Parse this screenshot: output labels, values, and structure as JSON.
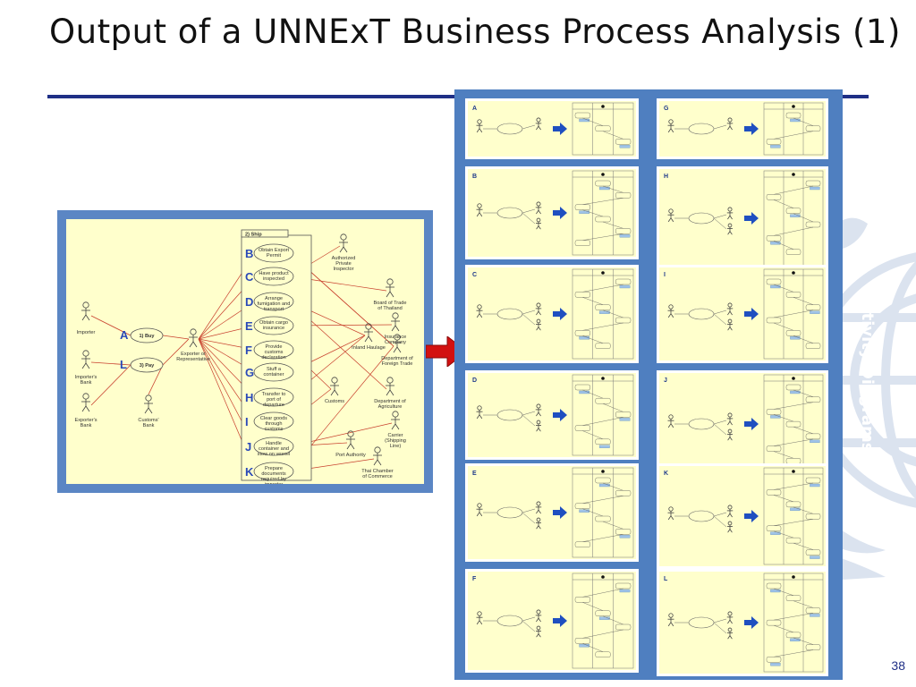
{
  "slide": {
    "title": "Output of a UNNExT Business Process Analysis (1)",
    "page_number": "38"
  },
  "watermark": {
    "text": "Activity Diagrams"
  },
  "colors": {
    "title_rule": "#1f2f86",
    "frame_blue": "#4f7fc0",
    "diagram_bg": "#ffffcc",
    "arrow_red": "#d21010",
    "link_red": "#c8402e",
    "letter_blue": "#2a49b8"
  },
  "usecase_diagram": {
    "system_label": "2) Ship",
    "left_actors": [
      {
        "id": "importer",
        "label": "Importer"
      },
      {
        "id": "importers-bank",
        "label": "Importer's Bank"
      },
      {
        "id": "exporters-bank",
        "label": "Exporter's Bank"
      }
    ],
    "center_actors": [
      {
        "id": "exporter",
        "label": "Exporter or Representative"
      },
      {
        "id": "customs-bank",
        "label": "Customs' Bank"
      }
    ],
    "left_usecases": [
      {
        "letter": "A",
        "label": "1) Buy"
      },
      {
        "letter": "L",
        "label": "3) Pay"
      }
    ],
    "ship_usecases": [
      {
        "letter": "B",
        "label": "Obtain Export Permit"
      },
      {
        "letter": "C",
        "label": "Have product inspected"
      },
      {
        "letter": "D",
        "label": "Arrange fumigation and transport"
      },
      {
        "letter": "E",
        "label": "Obtain cargo insurance"
      },
      {
        "letter": "F",
        "label": "Provide customs declaration"
      },
      {
        "letter": "G",
        "label": "Stuff a container"
      },
      {
        "letter": "H",
        "label": "Transfer to port of departure"
      },
      {
        "letter": "I",
        "label": "Clear goods through customs"
      },
      {
        "letter": "J",
        "label": "Handle container and stow on vessel"
      },
      {
        "letter": "K",
        "label": "Prepare documents required by importer"
      }
    ],
    "right_actors": [
      {
        "id": "inspector",
        "label": "Authorized Private Inspector"
      },
      {
        "id": "board",
        "label": "Board of Trade of Thailand"
      },
      {
        "id": "insurance",
        "label": "Insurance Company"
      },
      {
        "id": "inland",
        "label": "Inland Haulage"
      },
      {
        "id": "dft",
        "label": "Department of Foreign Trade"
      },
      {
        "id": "customs",
        "label": "Customs"
      },
      {
        "id": "agri",
        "label": "Department of Agriculture"
      },
      {
        "id": "carrier",
        "label": "Carrier (Shipping Line)"
      },
      {
        "id": "port",
        "label": "Port Authority"
      },
      {
        "id": "chamber",
        "label": "Thai Chamber of Commerce"
      }
    ]
  },
  "activity_cells": [
    {
      "letter": "A",
      "col": 0,
      "row": 0
    },
    {
      "letter": "B",
      "col": 0,
      "row": 1
    },
    {
      "letter": "C",
      "col": 0,
      "row": 2
    },
    {
      "letter": "D",
      "col": 0,
      "row": 3
    },
    {
      "letter": "E",
      "col": 0,
      "row": 4
    },
    {
      "letter": "F",
      "col": 0,
      "row": 5
    },
    {
      "letter": "G",
      "col": 1,
      "row": 0
    },
    {
      "letter": "H",
      "col": 1,
      "row": 1
    },
    {
      "letter": "I",
      "col": 1,
      "row": 2
    },
    {
      "letter": "J",
      "col": 1,
      "row": 3
    },
    {
      "letter": "K",
      "col": 1,
      "row": 4
    },
    {
      "letter": "L",
      "col": 1,
      "row": 5
    }
  ]
}
